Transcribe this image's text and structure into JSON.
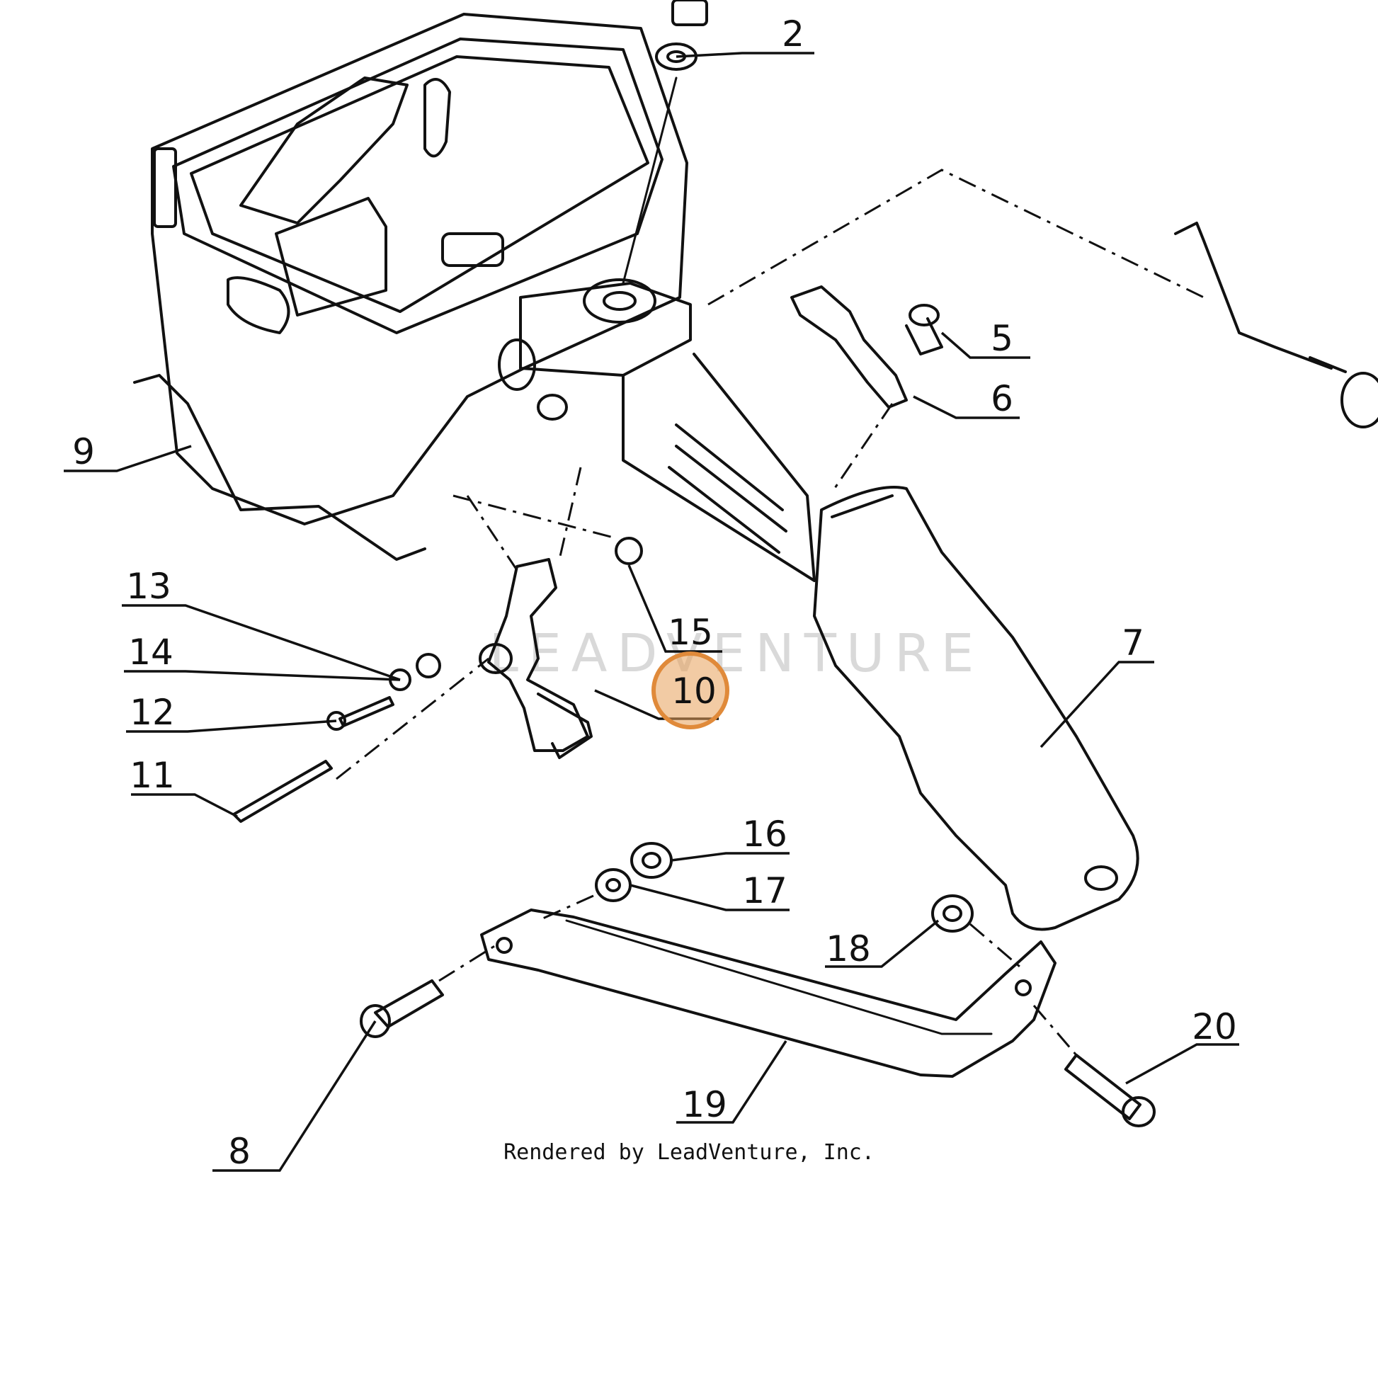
{
  "diagram": {
    "callouts": [
      {
        "id": "2",
        "label": "2",
        "highlighted": false
      },
      {
        "id": "5",
        "label": "5",
        "highlighted": false
      },
      {
        "id": "6",
        "label": "6",
        "highlighted": false
      },
      {
        "id": "7",
        "label": "7",
        "highlighted": false
      },
      {
        "id": "8",
        "label": "8",
        "highlighted": false
      },
      {
        "id": "9",
        "label": "9",
        "highlighted": false
      },
      {
        "id": "10",
        "label": "10",
        "highlighted": true
      },
      {
        "id": "11",
        "label": "11",
        "highlighted": false
      },
      {
        "id": "12",
        "label": "12",
        "highlighted": false
      },
      {
        "id": "13",
        "label": "13",
        "highlighted": false
      },
      {
        "id": "14",
        "label": "14",
        "highlighted": false
      },
      {
        "id": "15",
        "label": "15",
        "highlighted": false
      },
      {
        "id": "16",
        "label": "16",
        "highlighted": false
      },
      {
        "id": "17",
        "label": "17",
        "highlighted": false
      },
      {
        "id": "18",
        "label": "18",
        "highlighted": false
      },
      {
        "id": "19",
        "label": "19",
        "highlighted": false
      },
      {
        "id": "20",
        "label": "20",
        "highlighted": false
      }
    ],
    "highlight_color": "#e8a05a",
    "watermark": "LEADVENTURE",
    "footer": "Rendered by LeadVenture, Inc."
  }
}
